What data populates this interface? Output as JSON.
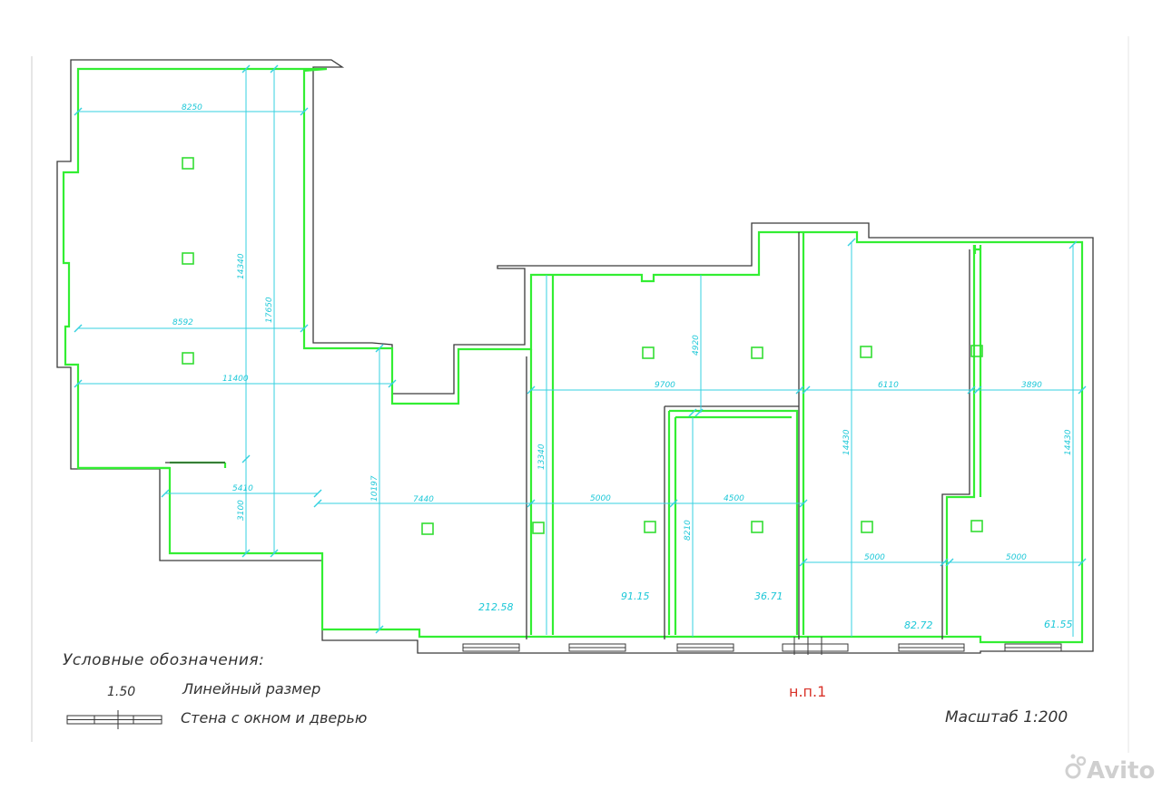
{
  "legend": {
    "title": "Условные обозначения:",
    "dimension_sample": "1.50",
    "dimension_label": "Линейный размер",
    "wall_label": "Стена с окном и дверью"
  },
  "unit_label": "н.п.1",
  "scale": "Масштаб 1:200",
  "watermark": "Avito",
  "dimensions": {
    "d8250": "8250",
    "d8592": "8592",
    "d11400": "11400",
    "d14340": "14340",
    "d17650": "17650",
    "d5410": "5410",
    "d3100": "3100",
    "d10197": "10197",
    "d7440": "7440",
    "d13340": "13340",
    "d5000a": "5000",
    "d4500": "4500",
    "d8210": "8210",
    "d4920": "4920",
    "d9700": "9700",
    "d6110": "6110",
    "d3890": "3890",
    "d14430a": "14430",
    "d14430b": "14430",
    "d5000b": "5000",
    "d5000c": "5000"
  },
  "areas": [
    "212.58",
    "91.15",
    "36.71",
    "82.72",
    "61.55"
  ],
  "colors": {
    "inner_contour": "#33ee33",
    "dimension": "#35d2e0",
    "wall": "#3a3a3a",
    "unit_label": "#d9342b"
  }
}
